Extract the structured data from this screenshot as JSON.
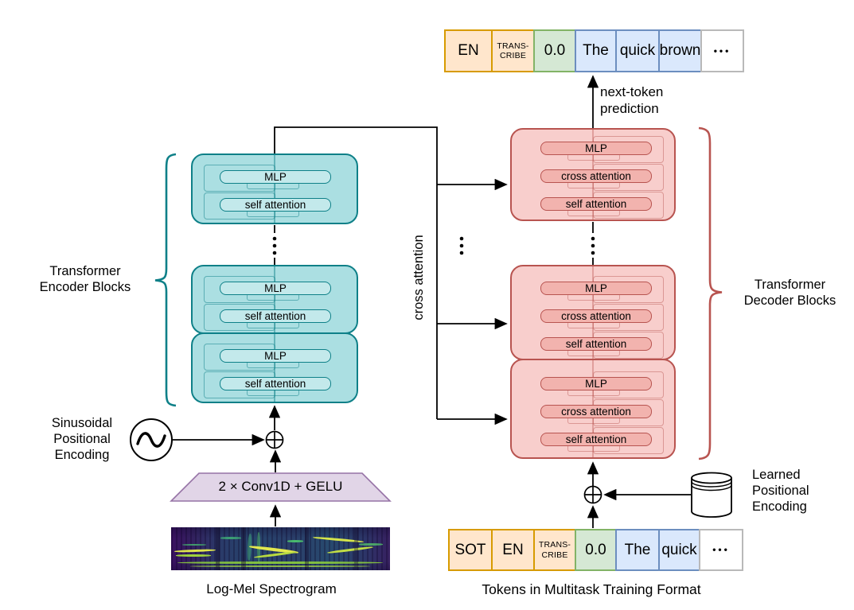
{
  "output_tokens": {
    "cells": [
      {
        "label": "EN",
        "type": "special"
      },
      {
        "label": "TRANS-\nCRIBE",
        "type": "special"
      },
      {
        "label": "0.0",
        "type": "timestamp"
      },
      {
        "label": "The",
        "type": "word"
      },
      {
        "label": "quick",
        "type": "word"
      },
      {
        "label": "brown",
        "type": "word"
      },
      {
        "label": "•••",
        "type": "more"
      }
    ]
  },
  "input_tokens": {
    "cells": [
      {
        "label": "SOT",
        "type": "special"
      },
      {
        "label": "EN",
        "type": "special"
      },
      {
        "label": "TRANS-\nCRIBE",
        "type": "special"
      },
      {
        "label": "0.0",
        "type": "timestamp"
      },
      {
        "label": "The",
        "type": "word"
      },
      {
        "label": "quick",
        "type": "word"
      },
      {
        "label": "•••",
        "type": "more"
      }
    ]
  },
  "encoder": {
    "brace_label": "Transformer\nEncoder Blocks",
    "blocks": [
      {
        "boxes": [
          "MLP",
          "self attention"
        ]
      },
      {
        "boxes": [
          "MLP",
          "self attention"
        ]
      },
      {
        "boxes": [
          "MLP",
          "self attention"
        ]
      }
    ]
  },
  "decoder": {
    "brace_label": "Transformer\nDecoder Blocks",
    "blocks": [
      {
        "boxes": [
          "MLP",
          "cross attention",
          "self attention"
        ]
      },
      {
        "boxes": [
          "MLP",
          "cross attention",
          "self attention"
        ]
      },
      {
        "boxes": [
          "MLP",
          "cross attention",
          "self attention"
        ]
      }
    ]
  },
  "labels": {
    "next_token_prediction": "next-token\nprediction",
    "cross_attention": "cross attention",
    "sinusoidal_positional_encoding": "Sinusoidal\nPositional\nEncoding",
    "learned_positional_encoding": "Learned\nPositional\nEncoding",
    "conv_stem": "2 × Conv1D + GELU",
    "spectrogram_caption": "Log-Mel Spectrogram",
    "tokens_caption": "Tokens in Multitask Training Format"
  },
  "icons": {
    "sine": "sine-wave-icon",
    "sum_left": "circled-plus-icon",
    "sum_right": "circled-plus-icon",
    "database": "database-cylinder-icon"
  },
  "colors": {
    "encoder_fill": "#abdfe2",
    "encoder_stroke": "#0e8088",
    "decoder_fill": "#f8cecc",
    "decoder_stroke": "#b85450",
    "conv_fill": "#e1d5e7",
    "conv_stroke": "#9673a6",
    "special_token_fill": "#ffe6cc",
    "special_token_stroke": "#d79b00",
    "timestamp_token_fill": "#d5e8d4",
    "timestamp_token_stroke": "#82b366",
    "word_token_fill": "#dae8fc",
    "word_token_stroke": "#6c8ebf",
    "line_color": "#000000"
  }
}
